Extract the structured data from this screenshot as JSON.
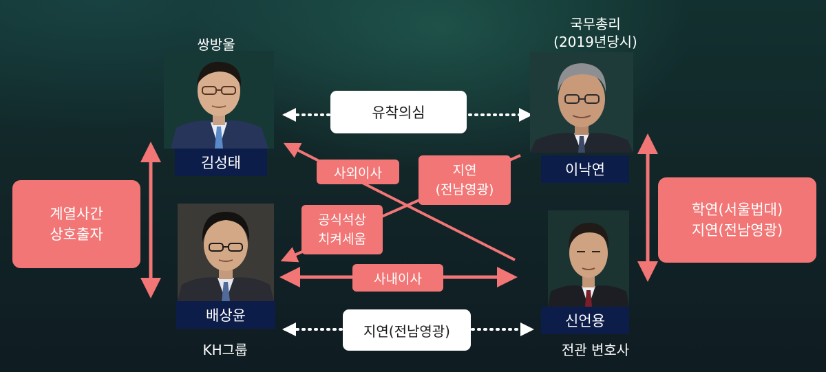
{
  "captions": {
    "top_left": "쌍방울",
    "top_right_line1": "국무총리",
    "top_right_line2": "(2019년당시)",
    "bottom_left": "KH그룹",
    "bottom_right": "전관 변호사"
  },
  "people": {
    "kim": "김성태",
    "lee": "이낙연",
    "bae": "배상윤",
    "shin": "신언용"
  },
  "relations": {
    "suspicion": "유착의심",
    "outside_director": "사외이사",
    "school_ties_line1": "지연",
    "school_ties_line2": "(전남영광)",
    "public_seat_line1": "공식석상",
    "public_seat_line2": "치켜세움",
    "inside_director": "사내이사",
    "bottom_ties": "지연(전남영광)",
    "left_box_line1": "계열사간",
    "left_box_line2": "상호출자",
    "right_box_line1": "학연(서울법대)",
    "right_box_line2": "지연(전남영광)"
  },
  "colors": {
    "arrow": "#f27676",
    "name_bar": "#0d1d4a",
    "box": "#f27676"
  }
}
